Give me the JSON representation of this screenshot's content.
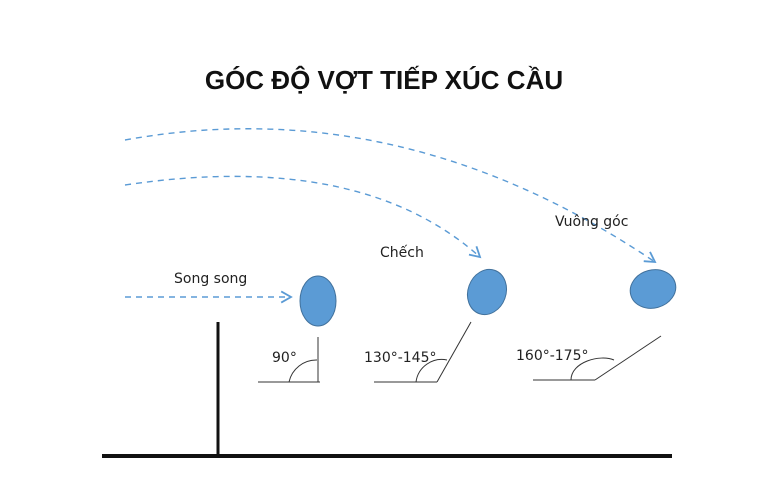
{
  "title": "GÓC ĐỘ VỢT TIẾP XÚC CẦU",
  "trajectories": [
    {
      "label": "Song song",
      "angle_label": "90°"
    },
    {
      "label": "Chếch",
      "angle_label": "130°-145°"
    },
    {
      "label": "Vuông góc",
      "angle_label": "160°-175°"
    }
  ],
  "colors": {
    "shuttle": "#5b9bd5",
    "trajectory": "#5b9bd5"
  }
}
